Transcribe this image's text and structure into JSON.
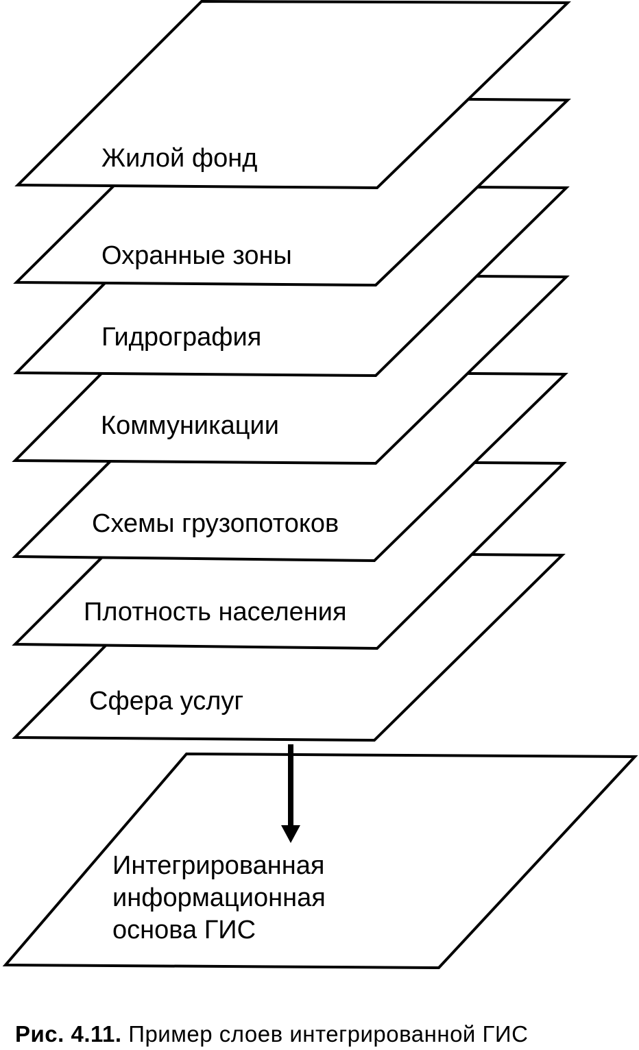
{
  "diagram": {
    "layers": [
      "Жилой фонд",
      "Охранные зоны",
      "Гидрография",
      "Коммуникации",
      "Схемы грузопотоков",
      "Плотность населения",
      "Сфера услуг"
    ],
    "base": {
      "lines": [
        "Интегрированная",
        "информационная",
        "основа ГИС"
      ]
    },
    "caption": {
      "number": "Рис. 4.11.",
      "text": "Пример слоев интегрированной ГИС"
    }
  }
}
